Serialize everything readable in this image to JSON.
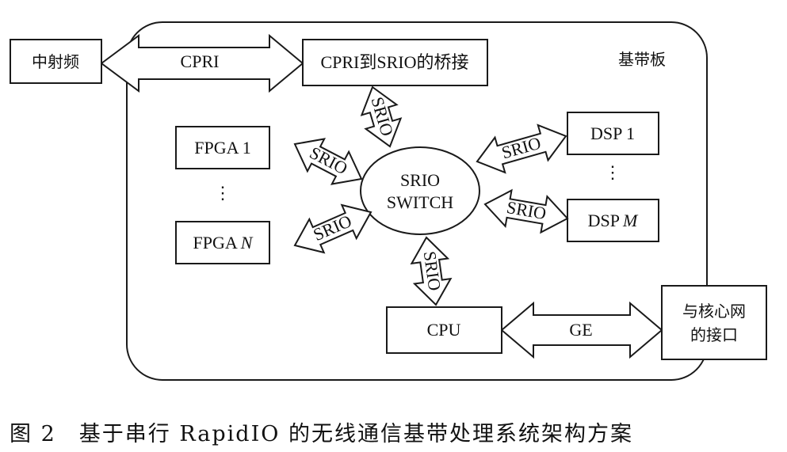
{
  "diagram": {
    "board_label": "基带板",
    "nodes": {
      "rf": "中射频",
      "bridge": "CPRI到SRIO的桥接",
      "fpga1": "FPGA 1",
      "fpga_ellipsis": "⋮",
      "fpgaN_prefix": "FPGA",
      "fpgaN_var": "N",
      "switch_line1": "SRIO",
      "switch_line2": "SWITCH",
      "dsp1": "DSP 1",
      "dsp_ellipsis": "⋮",
      "dspM_prefix": "DSP",
      "dspM_var": "M",
      "cpu": "CPU",
      "core_line1": "与核心网",
      "core_line2": "的接口"
    },
    "links": {
      "cpri": "CPRI",
      "ge": "GE",
      "srio": "SRIO"
    }
  },
  "caption": "图 2　基于串行 RapidIO 的无线通信基带处理系统架构方案"
}
